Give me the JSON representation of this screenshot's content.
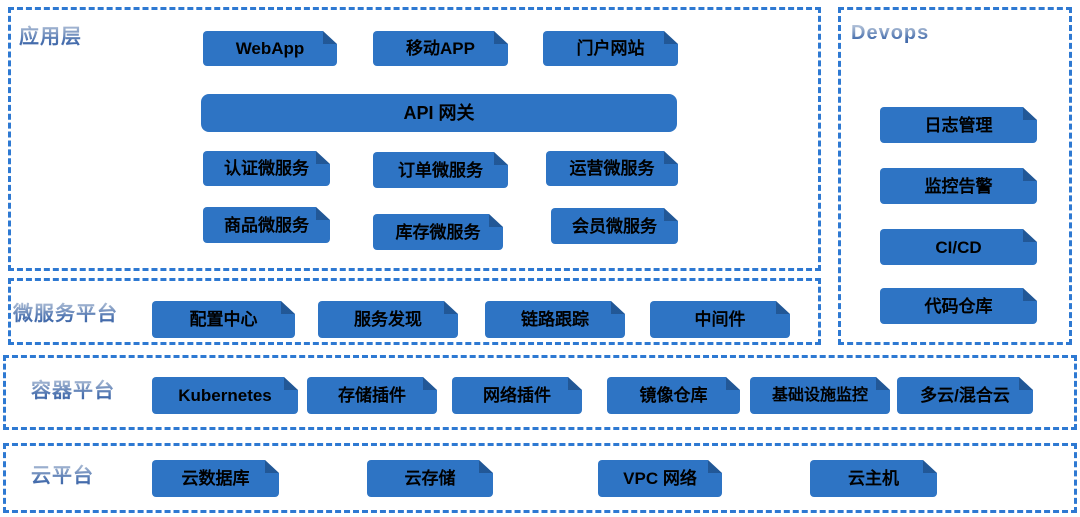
{
  "colors": {
    "background": "#FFFFFF",
    "layer_border": "#2E79D2",
    "block_fill": "#2E74C4",
    "block_text": "#000000",
    "label_color": "#4F78B2"
  },
  "layers": {
    "app": {
      "label": "应用层",
      "blocks": {
        "webapp": "WebApp",
        "mobile_app": "移动APP",
        "portal": "门户网站",
        "api_gateway": "API 网关",
        "auth_ms": "认证微服务",
        "order_ms": "订单微服务",
        "operation_ms": "运营微服务",
        "product_ms": "商品微服务",
        "inventory_ms": "库存微服务",
        "member_ms": "会员微服务"
      }
    },
    "devops": {
      "label": "Devops",
      "blocks": {
        "log_mgmt": "日志管理",
        "monitor_alert": "监控告警",
        "cicd": "CI/CD",
        "code_repo": "代码仓库"
      }
    },
    "microservice_platform": {
      "label": "微服务平台",
      "blocks": {
        "config_center": "配置中心",
        "service_discovery": "服务发现",
        "trace": "链路跟踪",
        "middleware": "中间件"
      }
    },
    "container_platform": {
      "label": "容器平台",
      "blocks": {
        "kubernetes": "Kubernetes",
        "storage_plugin": "存储插件",
        "network_plugin": "网络插件",
        "image_registry": "镜像仓库",
        "infra_monitor": "基础设施监控",
        "multi_cloud": "多云/混合云"
      }
    },
    "cloud_platform": {
      "label": "云平台",
      "blocks": {
        "cloud_db": "云数据库",
        "cloud_storage": "云存储",
        "vpc_network": "VPC 网络",
        "cloud_host": "云主机"
      }
    }
  }
}
